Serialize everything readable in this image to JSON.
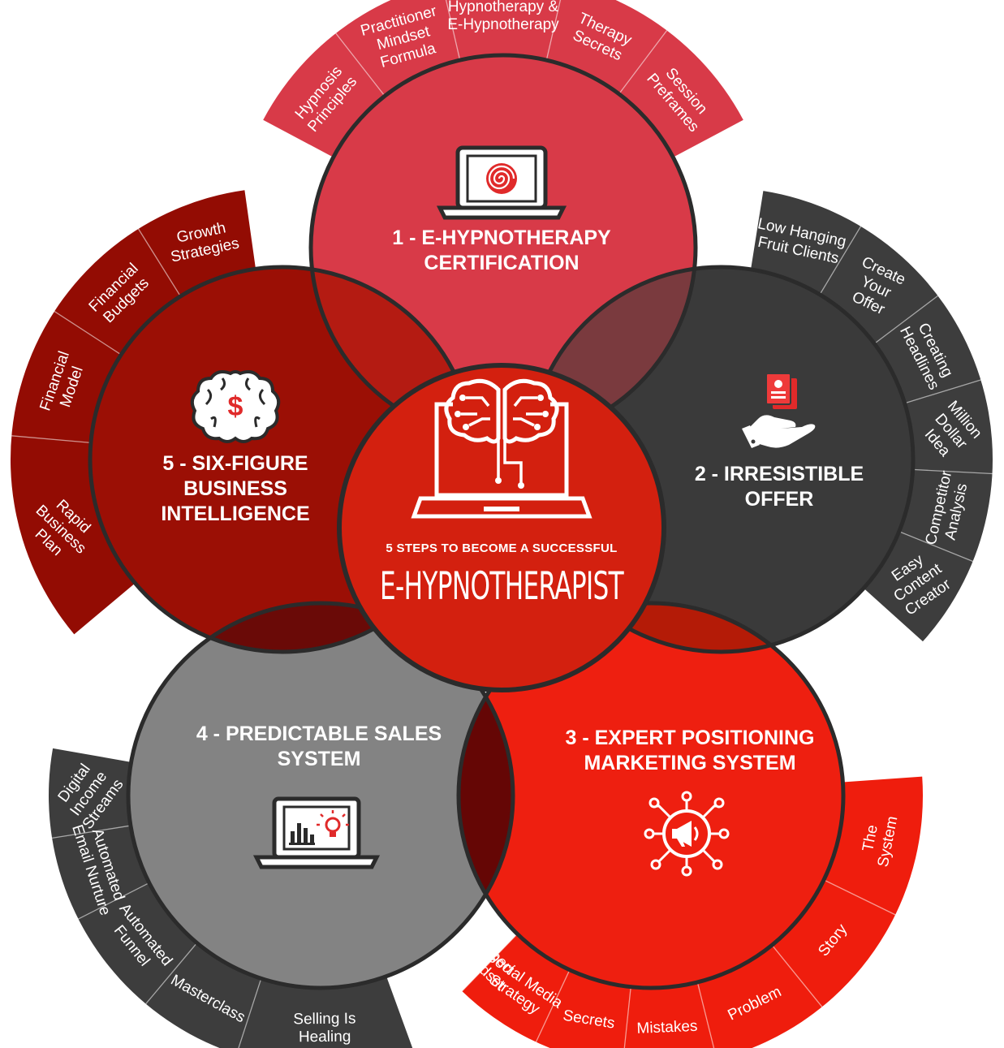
{
  "center": {
    "subtitle": "5 STEPS TO BECOME A SUCCESSFUL",
    "title": "E-HYPNOTHERAPIST"
  },
  "steps": [
    {
      "id": "step-1",
      "title_lines": [
        "1 - E-HYPNOTHERAPY",
        "CERTIFICATION"
      ],
      "icon": "laptop-spiral-icon",
      "color": "#d83a48",
      "ring_color": "#d83a48",
      "topics": [
        [
          "Hypnosis",
          "Principles"
        ],
        [
          "Practitioner",
          "Mindset",
          "Formula"
        ],
        [
          "Hypnotherapy &",
          "E-Hypnotherapy"
        ],
        [
          "Therapy",
          "Secrets"
        ],
        [
          "Session",
          "Preframes"
        ]
      ]
    },
    {
      "id": "step-2",
      "title_lines": [
        "2 - IRRESISTIBLE",
        "OFFER"
      ],
      "icon": "hand-offer-icon",
      "color": "#3a3a3a",
      "ring_color": "#3d3d3d",
      "topics": [
        [
          "Low Hanging",
          "Fruit Clients"
        ],
        [
          "Create",
          "Your",
          "Offer"
        ],
        [
          "Creating",
          "Headlines"
        ],
        [
          "Million",
          "Dollar",
          "Idea"
        ],
        [
          "Competitor",
          "Analysis"
        ],
        [
          "Easy",
          "Content",
          "Creator"
        ]
      ]
    },
    {
      "id": "step-3",
      "title_lines": [
        "3 - EXPERT POSITIONING",
        "MARKETING SYSTEM"
      ],
      "icon": "megaphone-network-icon",
      "color": "#ee1f10",
      "ring_color": "#ef1d0d",
      "topics": [
        [
          "The",
          "System"
        ],
        [
          "Story"
        ],
        [
          "Problem"
        ],
        [
          "Mistakes"
        ],
        [
          "Secrets"
        ],
        [
          "Social Media",
          "Strategy"
        ],
        [
          "Expert",
          "Mindset"
        ]
      ]
    },
    {
      "id": "step-4",
      "title_lines": [
        "4 - PREDICTABLE SALES",
        "SYSTEM"
      ],
      "icon": "laptop-chart-icon",
      "color": "#838383",
      "ring_color": "#3d3d3d",
      "topics": [
        [
          "Selling Is",
          "Healing"
        ],
        [
          "Masterclass"
        ],
        [
          "Automated",
          "Funnel"
        ],
        [
          "Automated",
          "Email Nurture"
        ],
        [
          "Digital",
          "Income",
          "Streams"
        ]
      ]
    },
    {
      "id": "step-5",
      "title_lines": [
        "5 - SIX-FIGURE",
        "BUSINESS",
        "INTELLIGENCE"
      ],
      "icon": "brain-dollar-icon",
      "color": "#9b0f05",
      "ring_color": "#930c03",
      "topics": [
        [
          "Rapid",
          "Business",
          "Plan"
        ],
        [
          "Financial",
          "Model"
        ],
        [
          "Financial",
          "Budgets"
        ],
        [
          "Growth",
          "Strategies"
        ]
      ]
    }
  ],
  "colors": {
    "overlap_1_5": "#b41b12",
    "overlap_1_2": "#7a3a3e",
    "overlap_2_3": "#b41b07",
    "overlap_3_4": "#650605",
    "overlap_4_5": "#6a0a07",
    "center": "#d3200f",
    "outline": "#2b2b2b"
  }
}
